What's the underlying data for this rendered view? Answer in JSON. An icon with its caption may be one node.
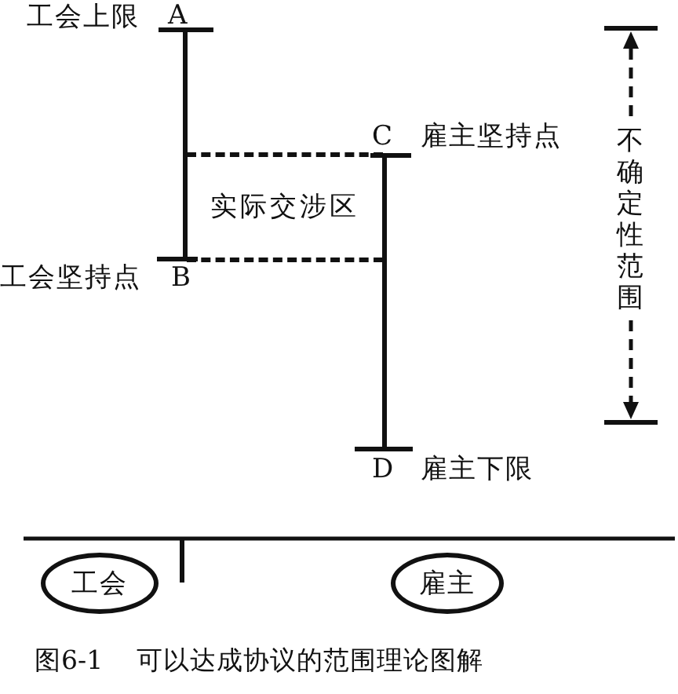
{
  "diagram": {
    "caption": "图6-1 可以达成协议的范围理论图解",
    "nodes": [
      {
        "text": [
          "实际交涉区"
        ]
      },
      {
        "text": [
          "工会"
        ]
      },
      {
        "text": [
          "雇主"
        ]
      }
    ],
    "labels": [
      "工会上限",
      "A",
      "C",
      "雇主坚持点",
      "不确定性范围",
      "工会坚持点",
      "B",
      "D",
      "雇主下限"
    ]
  }
}
